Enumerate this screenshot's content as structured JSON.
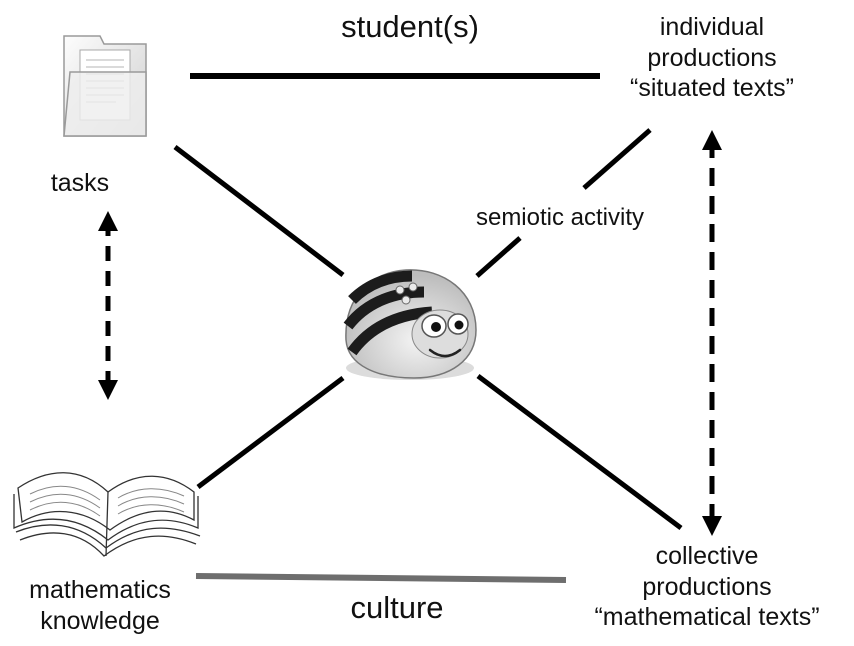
{
  "labels": {
    "student": "student(s)",
    "individual_1": "individual",
    "individual_2": "productions",
    "individual_3": "“situated texts”",
    "tasks": "tasks",
    "semiotic": "semiotic activity",
    "collective_1": "collective",
    "collective_2": "productions",
    "collective_3": "“mathematical texts”",
    "math_1": "mathematics",
    "math_2": "knowledge",
    "culture": "culture"
  },
  "icons": {
    "folder": "document-folder-icon",
    "robot": "bee-bot-robot-icon",
    "book": "open-book-sketch-icon"
  },
  "colors": {
    "line": "#000000",
    "culture_line": "#6e6e6e",
    "text": "#111111"
  }
}
